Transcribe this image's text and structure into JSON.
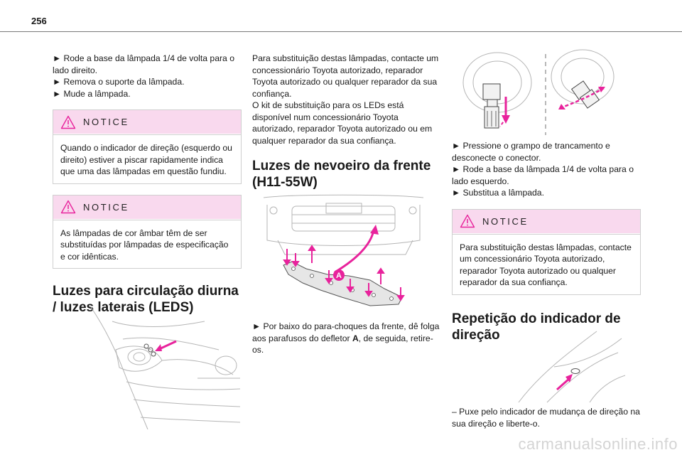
{
  "page": {
    "number": "256"
  },
  "col1": {
    "steps": [
      "► Rode a base da lâmpada 1/4 de volta para o lado direito.",
      "► Remova o suporte da lâmpada.",
      "► Mude a lâmpada."
    ],
    "notice1": {
      "title": "NOTICE",
      "text": "Quando o indicador de direção (esquerdo ou direito) estiver a piscar rapidamente indica que uma das lâmpadas em questão fundiu."
    },
    "notice2": {
      "title": "NOTICE",
      "text": "As lâmpadas de cor âmbar têm de ser substituídas por lâmpadas de especificação e cor idênticas."
    },
    "heading": "Luzes para circulação diurna / luzes laterais (LEDS)"
  },
  "col2": {
    "intro": "Para substituição destas lâmpadas, contacte um concessionário Toyota autorizado, reparador Toyota autorizado ou qualquer reparador da sua confiança.",
    "kit": "O kit de substituição para os LEDs está disponível num concessionário Toyota autorizado, reparador Toyota autorizado ou em qualquer reparador da sua confiança.",
    "heading": "Luzes de nevoeiro da frente (H11-55W)",
    "figure_label": "A",
    "step_prefix": "► Por baixo do para-choques da frente, dê folga aos parafusos do defletor ",
    "step_bold": "A",
    "step_suffix": ", de seguida, retire-os."
  },
  "col3": {
    "steps": [
      "► Pressione o grampo de trancamento e desconecte o conector.",
      "► Rode a base da lâmpada 1/4 de volta para o lado esquerdo.",
      "► Substitua a lâmpada."
    ],
    "notice": {
      "title": "NOTICE",
      "text": "Para substituição destas lâmpadas, contacte um concessionário Toyota autorizado, reparador Toyota autorizado ou qualquer reparador da sua confiança."
    },
    "heading": "Repetição do indicador de direção",
    "step_final": "– Puxe pelo indicador de mudança de direção na sua direção e liberte-o."
  },
  "footer": {
    "watermark": "carmanualsonline.info"
  },
  "colors": {
    "accent": "#e8239c",
    "notice_bg": "#f9d9ee",
    "rule": "#7a7a7a"
  }
}
